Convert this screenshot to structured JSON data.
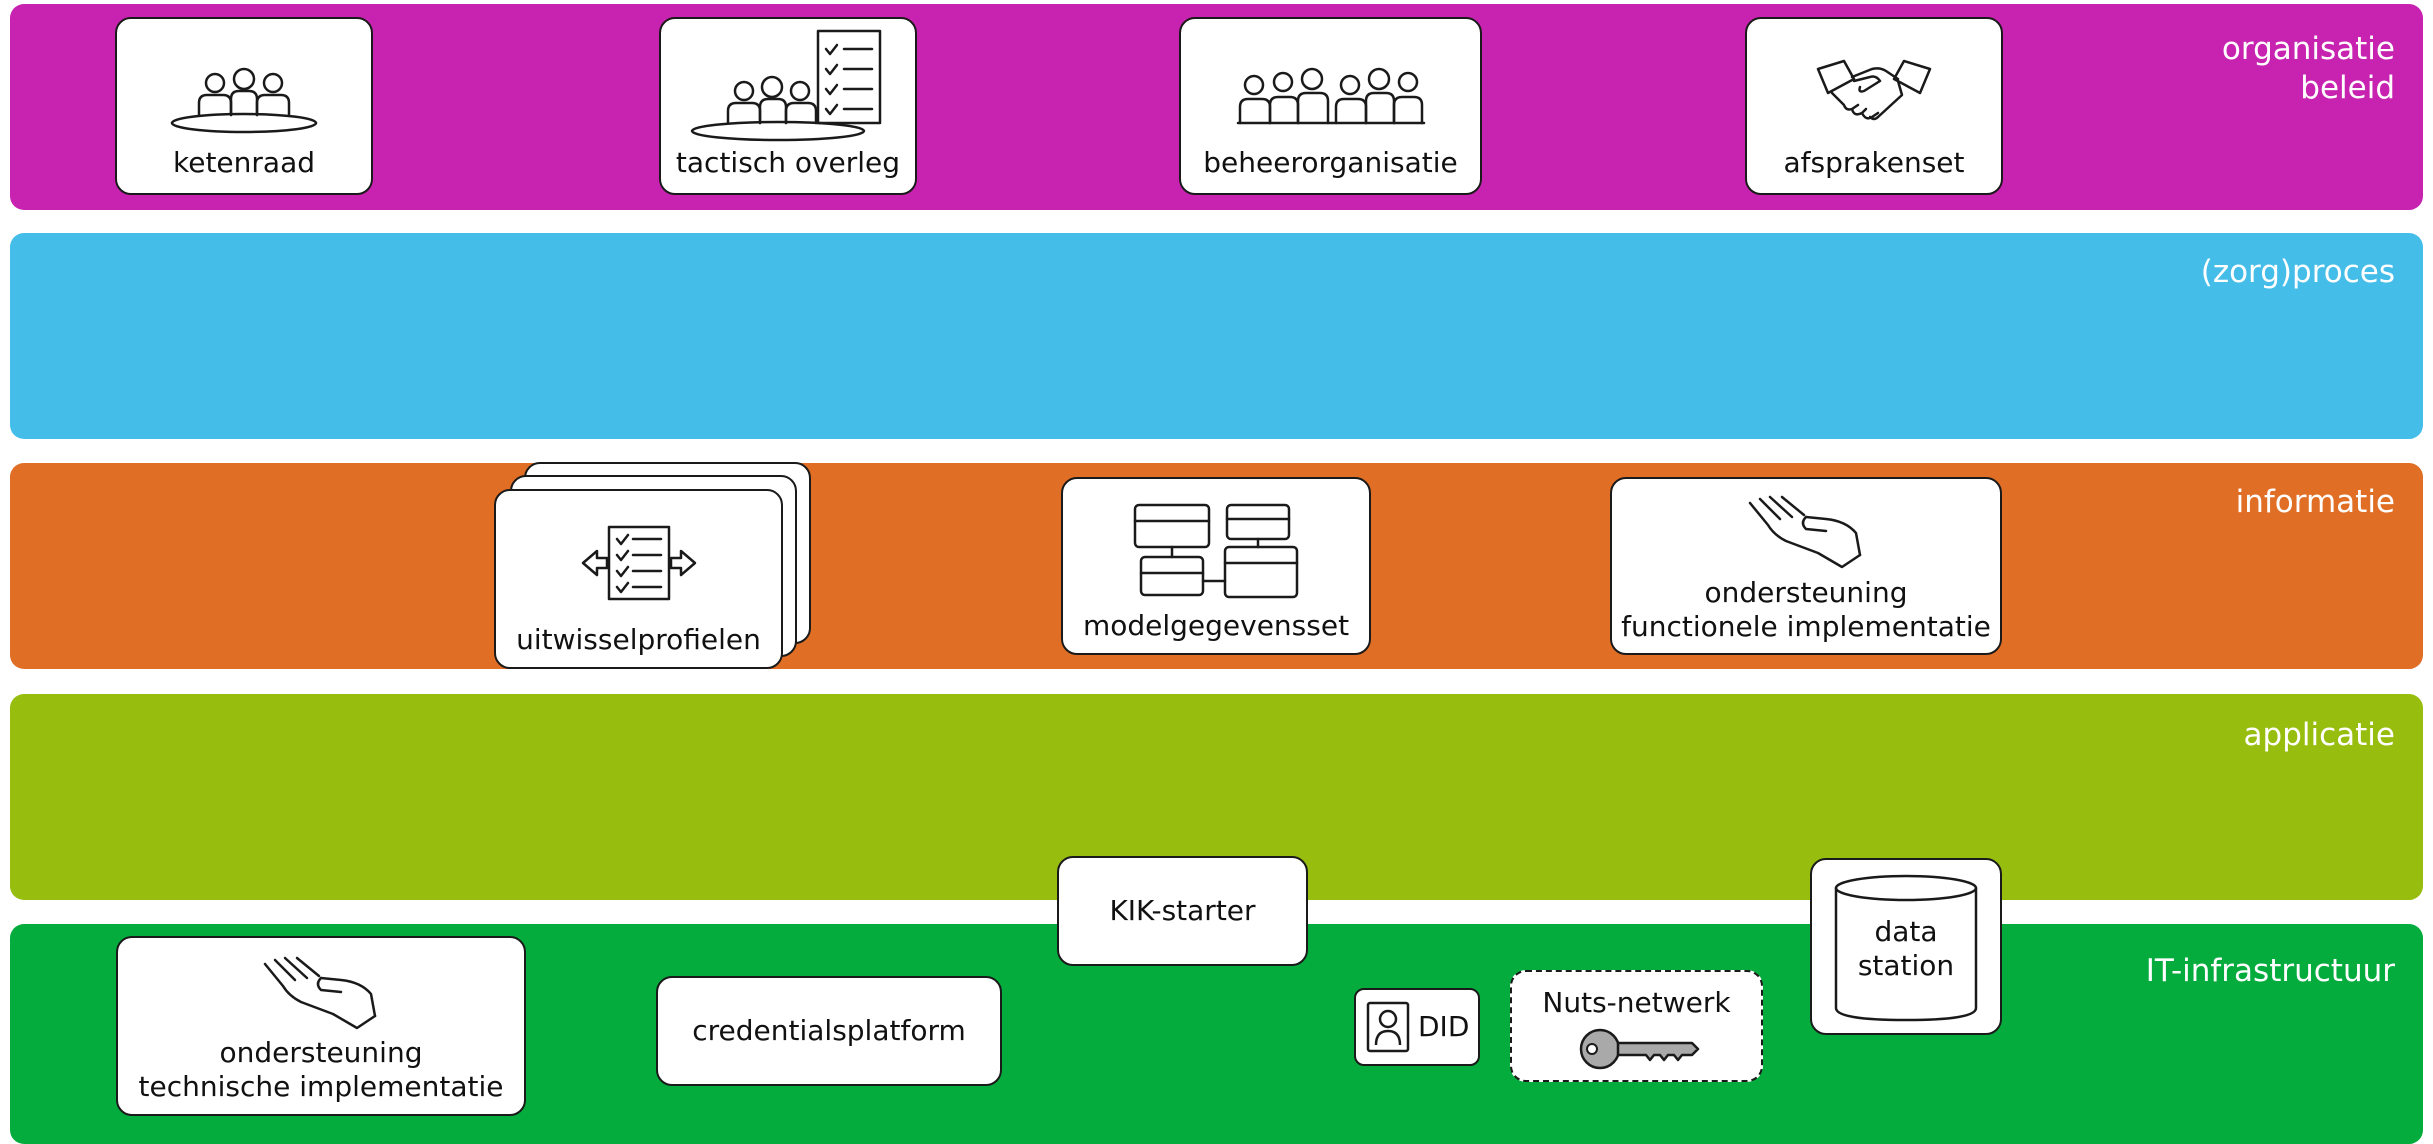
{
  "colors": {
    "organisatie": "#c823b0",
    "proces": "#45bde9",
    "informatie": "#e06e25",
    "applicatie": "#97bd0e",
    "infrastructuur": "#03ac3c"
  },
  "layers": {
    "organisatie": {
      "label_line1": "organisatie",
      "label_line2": "beleid"
    },
    "proces": {
      "label": "(zorg)proces"
    },
    "informatie": {
      "label": "informatie"
    },
    "applicatie": {
      "label": "applicatie"
    },
    "infrastructuur": {
      "label": "IT-infrastructuur"
    }
  },
  "cards": {
    "ketenraad": {
      "label": "ketenraad",
      "icon": "meeting-table-icon"
    },
    "tactisch_overleg": {
      "label": "tactisch overleg",
      "icon": "meeting-checklist-icon"
    },
    "beheerorganisatie": {
      "label": "beheerorganisatie",
      "icon": "group-icon"
    },
    "afsprakenset": {
      "label": "afsprakenset",
      "icon": "handshake-icon"
    },
    "uitwisselprofielen": {
      "label": "uitwisselprofielen",
      "icon": "exchange-checklist-icon"
    },
    "modelgegevensset": {
      "label": "modelgegevensset",
      "icon": "data-model-icon"
    },
    "ondersteuning_functioneel": {
      "label_line1": "ondersteuning",
      "label_line2": "functionele implementatie",
      "icon": "helping-hand-icon"
    },
    "kik_starter": {
      "label": "KIK-starter"
    },
    "data_station": {
      "label_line1": "data",
      "label_line2": "station",
      "icon": "database-icon"
    },
    "ondersteuning_technisch": {
      "label_line1": "ondersteuning",
      "label_line2": "technische implementatie",
      "icon": "helping-hand-icon"
    },
    "credentialsplatform": {
      "label": "credentialsplatform"
    },
    "did": {
      "label": "DID",
      "icon": "id-card-icon"
    },
    "nuts_netwerk": {
      "label": "Nuts-netwerk",
      "icon": "key-icon"
    }
  }
}
